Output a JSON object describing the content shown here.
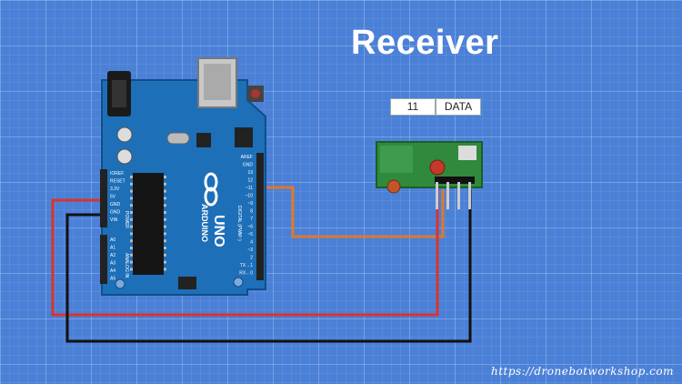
{
  "title": "Receiver",
  "pin_table": {
    "pin": "11",
    "signal": "DATA"
  },
  "arduino": {
    "brand": "ARDUINO",
    "model": "UNO",
    "power_label": "POWER",
    "analog_label": "ANALOG IN",
    "digital_label": "DIGITAL (PWM~)",
    "left_pins": [
      "IOREF",
      "RESET",
      "3.3V",
      "5V",
      "GND",
      "GND",
      "VIN"
    ],
    "analog_pins": [
      "A0",
      "A1",
      "A2",
      "A3",
      "A4",
      "A5"
    ],
    "digital_pins": [
      "AREF",
      "GND",
      "13",
      "12",
      "~11",
      "~10",
      "~9",
      "8",
      "7",
      "~6",
      "~5",
      "4",
      "~3",
      "2",
      "TX→1",
      "RX←0"
    ]
  },
  "wires": {
    "power": "#d9342b",
    "ground": "#111111",
    "data": "#e0782a"
  },
  "footer_url": "https://dronebotworkshop.com"
}
